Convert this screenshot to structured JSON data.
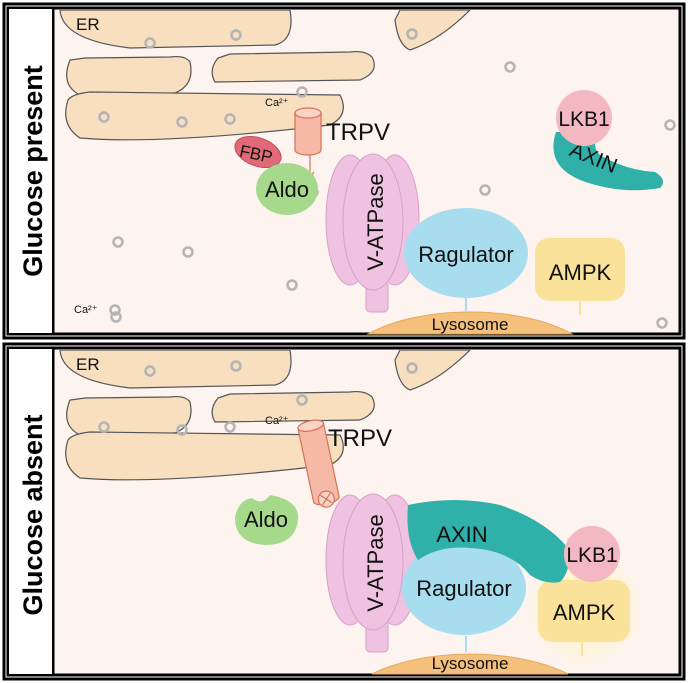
{
  "panels": [
    {
      "label": "Glucose present",
      "er": "ER",
      "ca_channel": "Ca²⁺",
      "ca_free": "Ca²⁺",
      "trpv": "TRPV",
      "fbp": "FBP",
      "aldo": "Aldo",
      "vatpase": "V-ATPase",
      "ragulator": "Ragulator",
      "ampk": "AMPK",
      "lkb1": "LKB1",
      "axin": "AXIN",
      "lysosome": "Lysosome"
    },
    {
      "label": "Glucose absent",
      "er": "ER",
      "ca_channel": "Ca²⁺",
      "trpv": "TRPV",
      "aldo": "Aldo",
      "vatpase": "V-ATPase",
      "ragulator": "Ragulator",
      "ampk": "AMPK",
      "lkb1": "LKB1",
      "axin": "AXIN",
      "lysosome": "Lysosome"
    }
  ],
  "colors": {
    "background": "#fdf4ef",
    "er": "#f7dfc0",
    "trpv": "#f6b9a6",
    "fbp": "#e06a78",
    "aldo": "#a6d98c",
    "vatpase": "#eec2e0",
    "ragulator": "#a8dcef",
    "ampk": "#fbe29a",
    "lkb1": "#f3b8c2",
    "axin": "#2fb0a8",
    "lysosome": "#f4c07c"
  }
}
